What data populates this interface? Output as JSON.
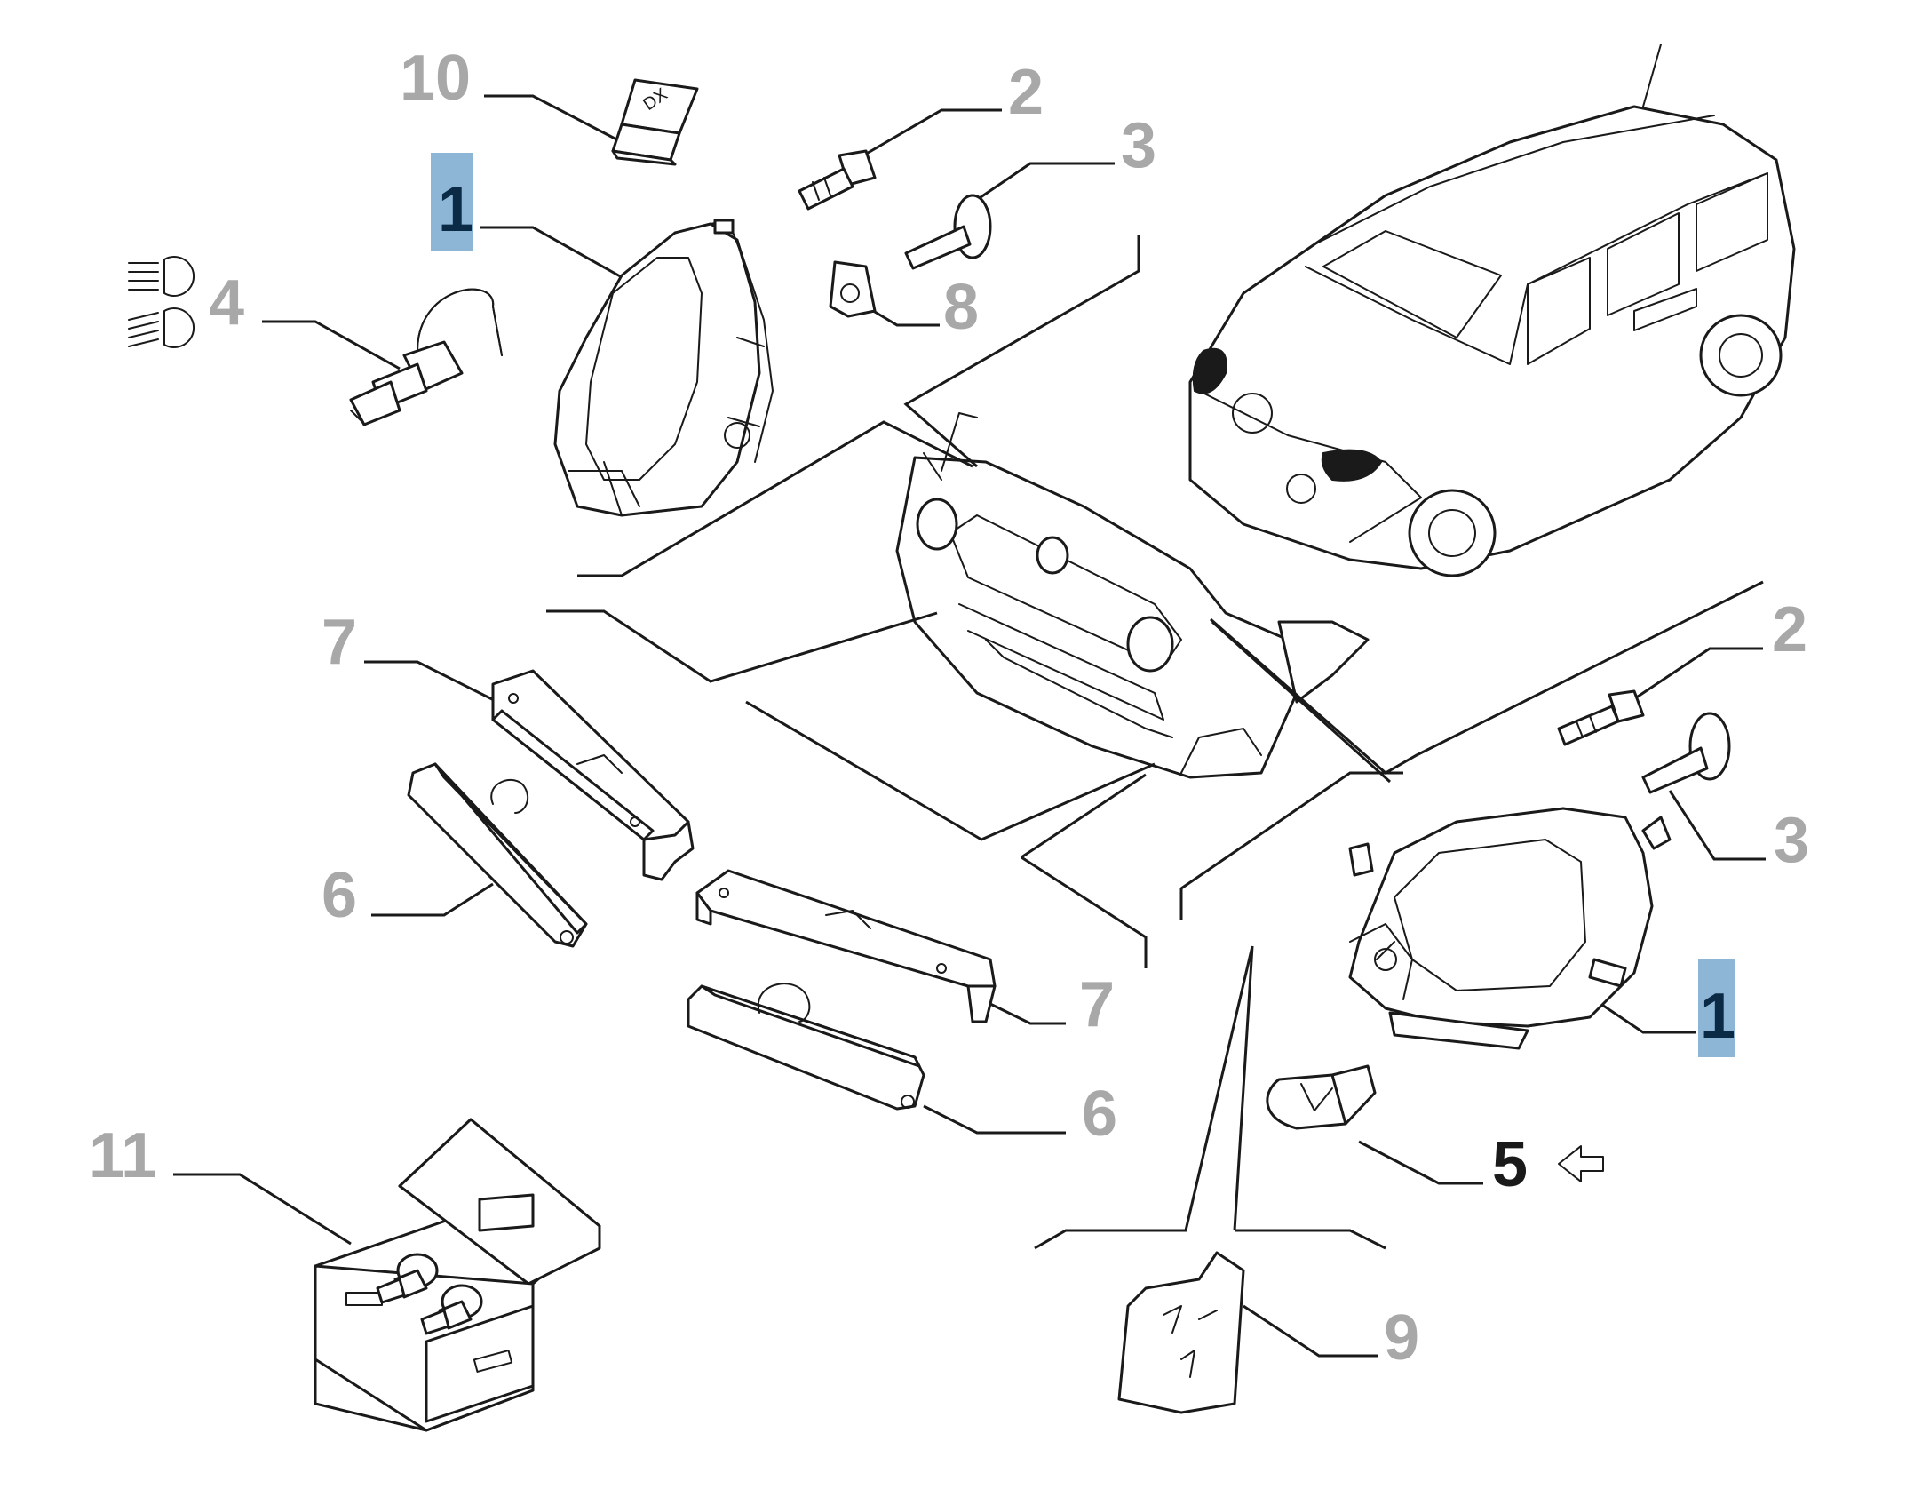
{
  "diagram": {
    "callouts": {
      "c1_left": "1",
      "c1_right": "1",
      "c2_top": "2",
      "c2_right": "2",
      "c3_top": "3",
      "c3_right": "3",
      "c4": "4",
      "c5": "5",
      "c6_left": "6",
      "c6_bottom": "6",
      "c7_left": "7",
      "c7_bottom": "7",
      "c8": "8",
      "c9": "9",
      "c10": "10",
      "c11": "11"
    },
    "stickers": {
      "dx_label": "DX"
    },
    "colors": {
      "line": "#1a1a1a",
      "callout_grey": "#a8a8a8",
      "highlight_box": "#8db5d6",
      "highlight_text": "#0b2a45"
    },
    "icons": [
      "low-beam-icon",
      "high-beam-icon",
      "left-arrow-icon"
    ]
  }
}
